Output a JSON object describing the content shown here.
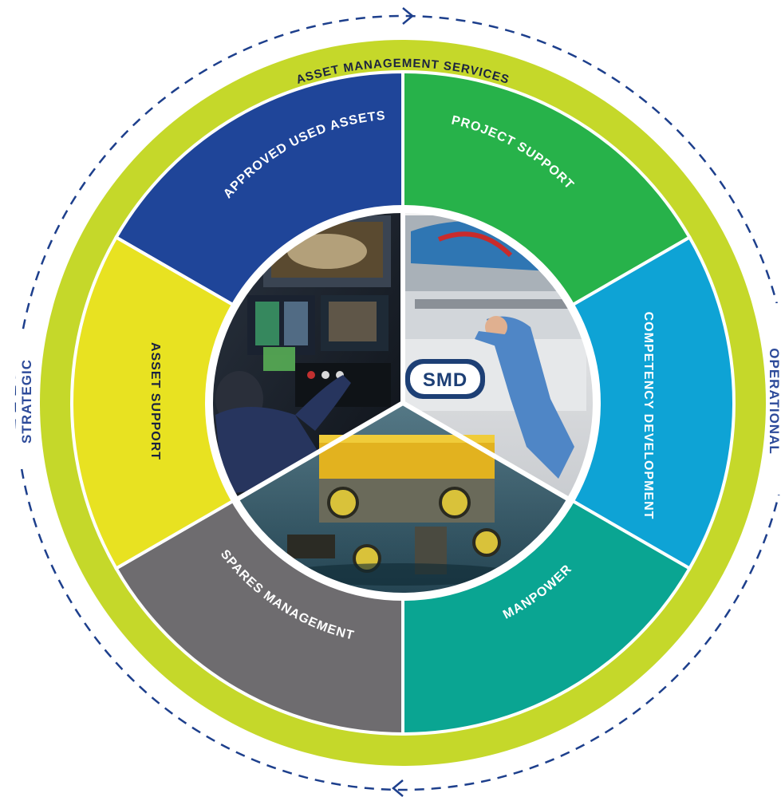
{
  "ring_title": "ASSET MANAGEMENT SERVICES",
  "side_labels": {
    "left": "STRATEGIC",
    "right": "OPERATIONAL"
  },
  "segments": [
    {
      "label": "APPROVED USED ASSETS",
      "color": "#1f4599",
      "text_color": "#ffffff"
    },
    {
      "label": "PROJECT SUPPORT",
      "color": "#27b24a",
      "text_color": "#ffffff"
    },
    {
      "label": "COMPETENCY DEVELOPMENT",
      "color": "#0ea3d5",
      "text_color": "#ffffff"
    },
    {
      "label": "MANPOWER",
      "color": "#0aa592",
      "text_color": "#ffffff"
    },
    {
      "label": "SPARES MANAGEMENT",
      "color": "#6e6c6f",
      "text_color": "#ffffff"
    },
    {
      "label": "ASSET SUPPORT",
      "color": "#e8e221",
      "text_color": "#1b2340"
    }
  ],
  "center_photos": [
    {
      "subject": "control-room-operator"
    },
    {
      "subject": "technician-servicing-machine",
      "logo_text": "SMD"
    },
    {
      "subject": "rov-on-water"
    }
  ],
  "colors": {
    "outer_ring": "#c5d82a",
    "dashed_orbit": "#1d3f8c",
    "separator": "#ffffff",
    "navy_text": "#1b2340",
    "side_label": "#2d4b9a"
  },
  "icons": {
    "top_arrow": "chevron-right-icon",
    "bottom_arrow": "chevron-left-icon"
  }
}
